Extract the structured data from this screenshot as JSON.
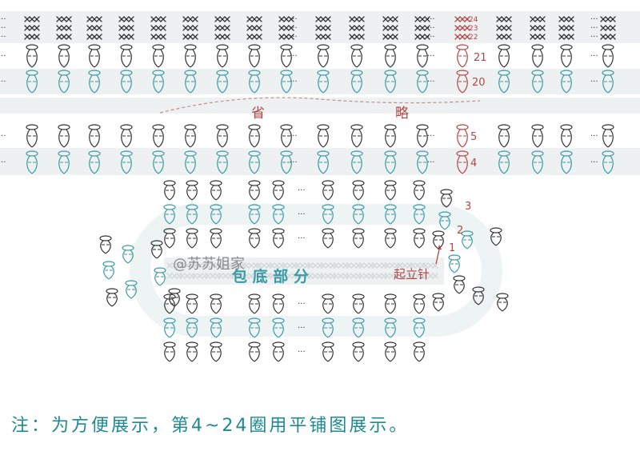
{
  "colors": {
    "dark": "#333333",
    "teal": "#3a9aa6",
    "red": "#b34545",
    "band": "#eef1f1",
    "note": "#1c8a8f"
  },
  "flat_rows": {
    "top_labels": [
      "24",
      "23",
      "22"
    ],
    "dc_labels": [
      "21",
      "20"
    ],
    "lower_labels": [
      "5",
      "4"
    ]
  },
  "omitted": {
    "left": "省",
    "right": "略"
  },
  "base": {
    "watermark": "@苏苏姐家",
    "title": "包 底 部 分",
    "start_label": "起立针",
    "round_labels": [
      "3",
      "2",
      "1"
    ]
  },
  "note": "注：为方便展示，第4~24圈用平铺图展示。",
  "icons": {
    "stitch_x": "single-crochet-x-icon",
    "stitch_v": "double-crochet-pair-icon"
  }
}
